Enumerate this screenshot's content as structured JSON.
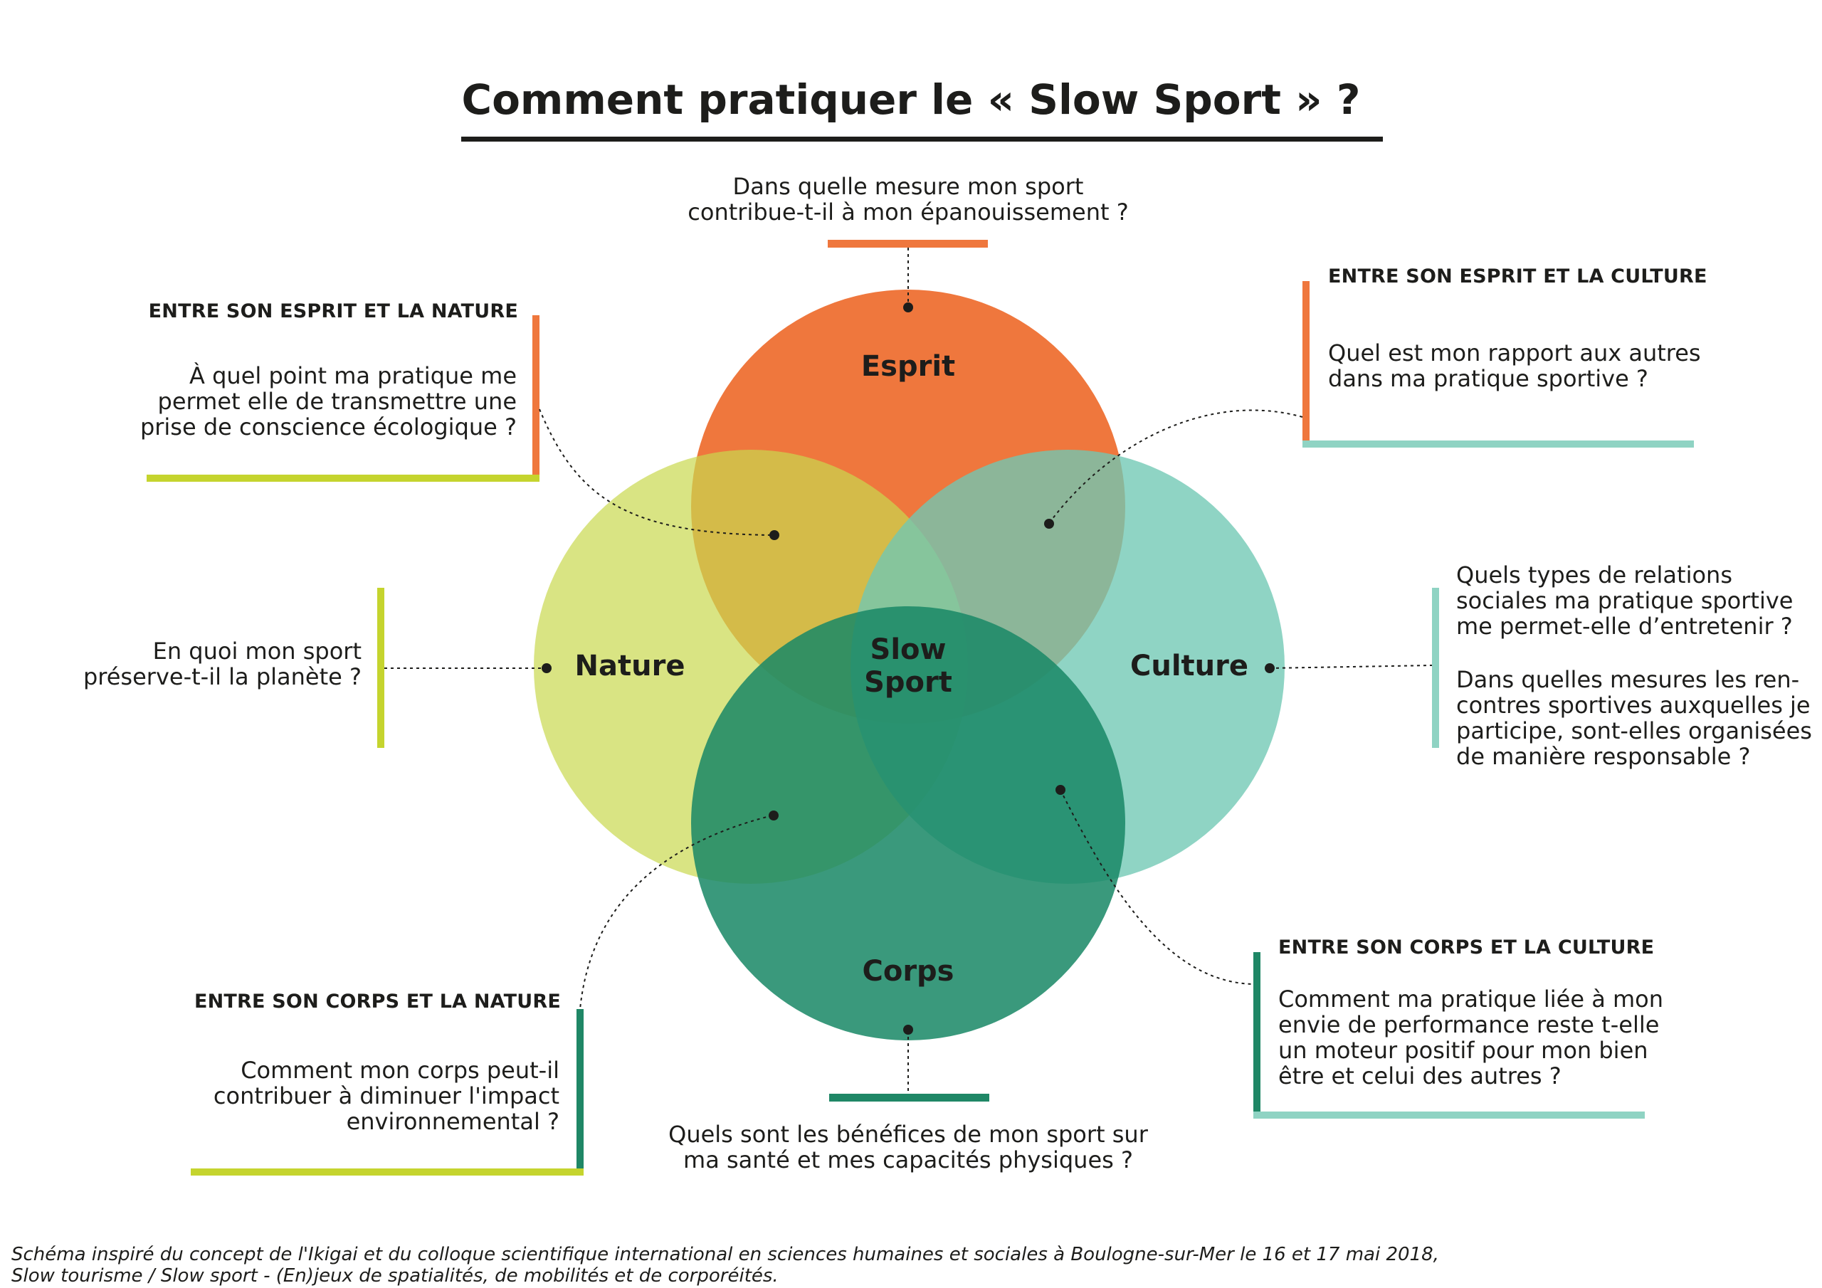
{
  "title": "Comment pratiquer le « Slow Sport » ?",
  "center_label": "Slow\nSport",
  "circles": {
    "esprit": {
      "label": "Esprit",
      "color": "#ef773d"
    },
    "nature": {
      "label": "Nature",
      "color": "#d4e07a"
    },
    "culture": {
      "label": "Culture",
      "color": "#86d2c0"
    },
    "corps": {
      "label": "Corps",
      "color": "#218a6d"
    }
  },
  "colors": {
    "orange": "#ef773d",
    "lime": "#c5d42e",
    "teal_light": "#8fd3c3",
    "teal_dark": "#1f8766",
    "text": "#1d1d1b"
  },
  "questions": {
    "esprit": "Dans quelle mesure mon sport\ncontribue-t-il à mon épanouissement ?",
    "nature": "En quoi mon sport\npréserve-t-il la planète ?",
    "corps": "Quels sont les bénéfices de mon sport sur\nma santé et mes capacités physiques ?",
    "culture_1": "Quels types de relations\nsociales ma pratique sportive\nme permet-elle d’entretenir ?",
    "culture_2": "Dans quelles mesures les ren-\ncontres sportives auxquelles je\nparticipe, sont-elles organisées\nde manière responsable ?"
  },
  "pairs": {
    "esprit_nature": {
      "heading": "ENTRE SON ESPRIT ET LA NATURE",
      "question": "À quel point ma pratique me\npermet elle de transmettre une\nprise de conscience écologique ?"
    },
    "esprit_culture": {
      "heading": "ENTRE SON ESPRIT ET LA CULTURE",
      "question": "Quel est mon rapport aux autres\ndans ma pratique sportive ?"
    },
    "corps_nature": {
      "heading": "ENTRE SON CORPS ET LA NATURE",
      "question": "Comment mon corps peut-il\ncontribuer à diminuer l'impact\nenvironnemental ?"
    },
    "corps_culture": {
      "heading": "ENTRE SON CORPS ET LA CULTURE",
      "question": "Comment ma pratique liée à mon\nenvie de performance reste t-elle\nun moteur positif pour mon bien\nêtre et celui des autres ?"
    }
  },
  "footnote": "Schéma inspiré du concept de l'Ikigai et du colloque scientifique international en sciences humaines et sociales à Boulogne-sur-Mer le 16 et 17 mai 2018,\nSlow tourisme / Slow sport - (En)jeux de spatialités, de mobilités et de corporéités."
}
